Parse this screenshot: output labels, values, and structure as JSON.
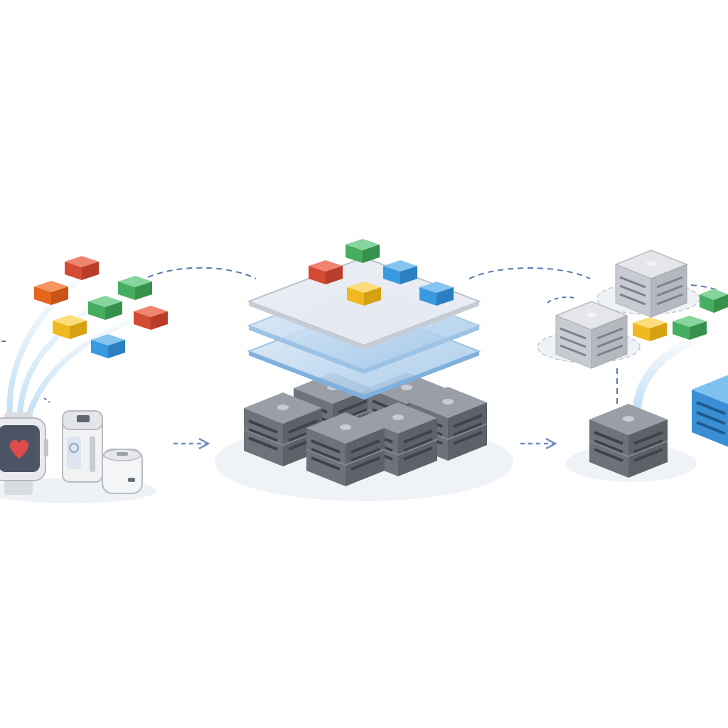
{
  "colors": {
    "background": "#ffffff",
    "red": "#e2533a",
    "orange": "#ec6a2c",
    "green": "#4cb566",
    "blue": "#3d9fe0",
    "yellow": "#f5c232",
    "server_dark": "#6c7078",
    "server_light": "#d3d5da",
    "server_blue": "#3a8fd4",
    "layer_blue": "#a9cdee",
    "connector": "#5a7ab0",
    "heart": "#e04a4a"
  },
  "icons": [
    "smartwatch-icon",
    "heart-icon",
    "sensor-device-icon",
    "hub-device-icon",
    "server-icon",
    "data-block-icon",
    "arrow-right-icon"
  ],
  "stages": [
    {
      "name": "edge-devices",
      "data_blocks": [
        "red",
        "orange",
        "green",
        "green",
        "red",
        "yellow",
        "blue"
      ]
    },
    {
      "name": "data-lake",
      "data_blocks": [
        "green",
        "red",
        "blue",
        "yellow",
        "blue"
      ],
      "layers": 3,
      "servers": 6
    },
    {
      "name": "distributed-servers",
      "data_blocks": [
        "yellow",
        "green",
        "green"
      ],
      "servers": 4
    }
  ]
}
